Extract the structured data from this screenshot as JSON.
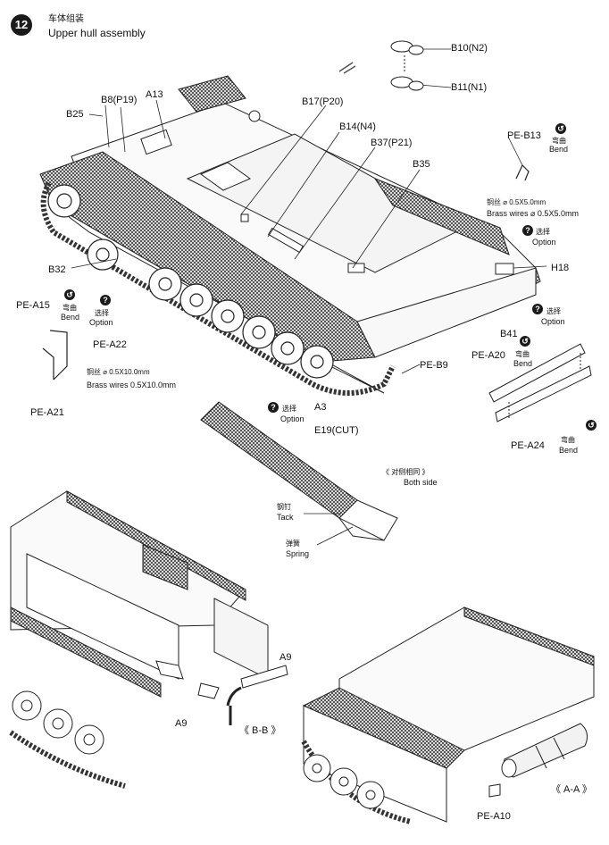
{
  "step": {
    "number": "12",
    "title_cn": "车体组装",
    "title_en": "Upper hull assembly"
  },
  "parts": {
    "b10": "B10(N2)",
    "b11": "B11(N1)",
    "b8": "B8(P19)",
    "a13": "A13",
    "b25": "B25",
    "b17": "B17(P20)",
    "b14": "B14(N4)",
    "b37": "B37(P21)",
    "b35": "B35",
    "pe_b13": "PE-B13",
    "h18": "H18",
    "b32": "B32",
    "pe_a15": "PE-A15",
    "pe_a22": "PE-A22",
    "pe_a21": "PE-A21",
    "pe_b9": "PE-B9",
    "b41": "B41",
    "pe_a20": "PE-A20",
    "pe_a24": "PE-A24",
    "a3": "A3",
    "e19": "E19(CUT)",
    "a9_left": "A9",
    "a9_right": "A9",
    "bb": "《 B-B 》",
    "aa": "《 A-A 》",
    "pe_a10": "PE-A10"
  },
  "notes": {
    "bend_cn": "弯曲",
    "bend_en": "Bend",
    "option_cn": "选择",
    "option_en": "Option",
    "brass_cn_1": "铜丝 ⌀ 0.5X5.0mm",
    "brass_en_1": "Brass wires ⌀ 0.5X5.0mm",
    "brass_cn_2": "铜丝 ⌀ 0.5X10.0mm",
    "brass_en_2": "Brass wires 0.5X10.0mm",
    "both_cn": "《 对侧相同 》",
    "both_en": "Both side",
    "tack_cn": "钢钉",
    "tack_en": "Tack",
    "spring_cn": "弹簧",
    "spring_en": "Spring"
  },
  "icons": {
    "bend": "bend-icon",
    "option": "question-icon"
  }
}
